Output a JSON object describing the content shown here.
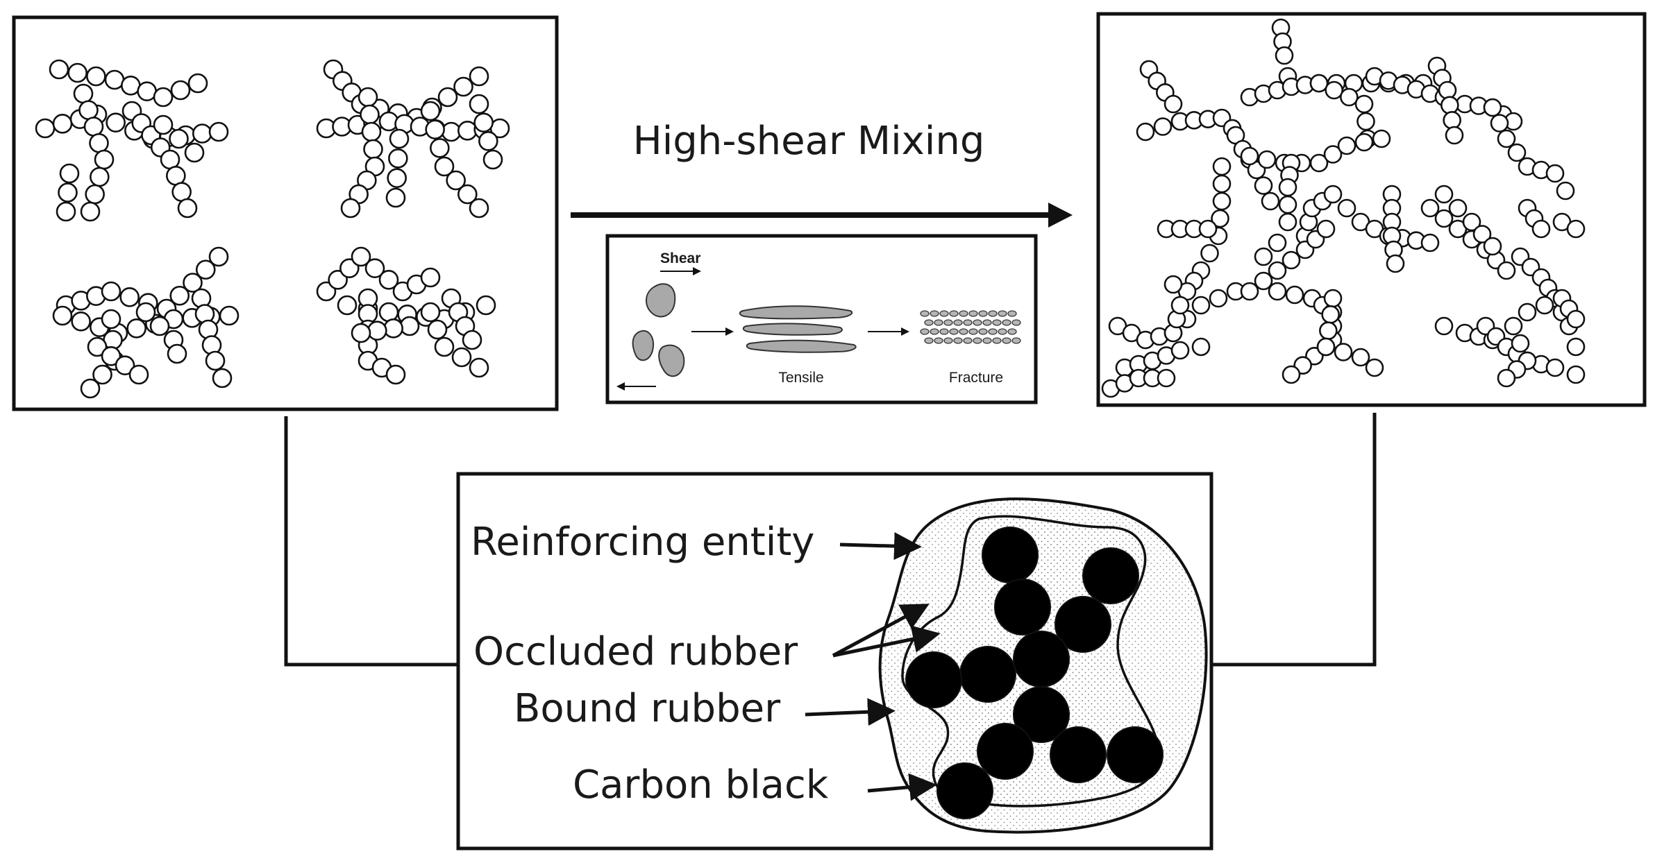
{
  "process": {
    "arrow_label": "High-shear Mixing"
  },
  "inset": {
    "shear_label": "Shear",
    "tensile_label": "Tensile",
    "fracture_label": "Fracture"
  },
  "structure": {
    "labels": {
      "reinforcing_entity": "Reinforcing entity",
      "occluded_rubber": "Occluded rubber",
      "bound_rubber": "Bound rubber",
      "carbon_black": "Carbon black"
    }
  },
  "colors": {
    "stroke": "#111111",
    "particle_fill": "#ffffff",
    "carbon_black": "#000000",
    "rubber_stipple": "#9a9a9a",
    "deformed_rubber": "#a9a9a9"
  }
}
